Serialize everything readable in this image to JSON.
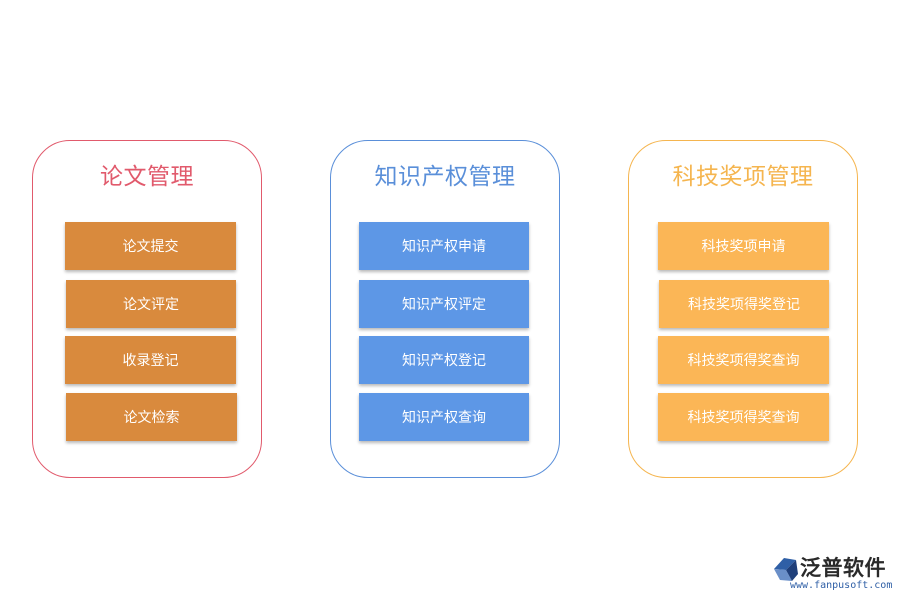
{
  "panels": [
    {
      "title": "论文管理",
      "color": "#e15a6c",
      "box_color": "#d98a3d",
      "items": [
        "论文提交",
        "论文评定",
        "收录登记",
        "论文检索"
      ]
    },
    {
      "title": "知识产权管理",
      "color": "#5a8fd9",
      "box_color": "#5d97e6",
      "items": [
        "知识产权申请",
        "知识产权评定",
        "知识产权登记",
        "知识产权查询"
      ]
    },
    {
      "title": "科技奖项管理",
      "color": "#f5b54f",
      "box_color": "#fbb656",
      "items": [
        "科技奖项申请",
        "科技奖项得奖登记",
        "科技奖项得奖查询",
        "科技奖项得奖查询"
      ]
    }
  ],
  "logo": {
    "name": "泛普软件",
    "url": "www.fanpusoft.com"
  }
}
